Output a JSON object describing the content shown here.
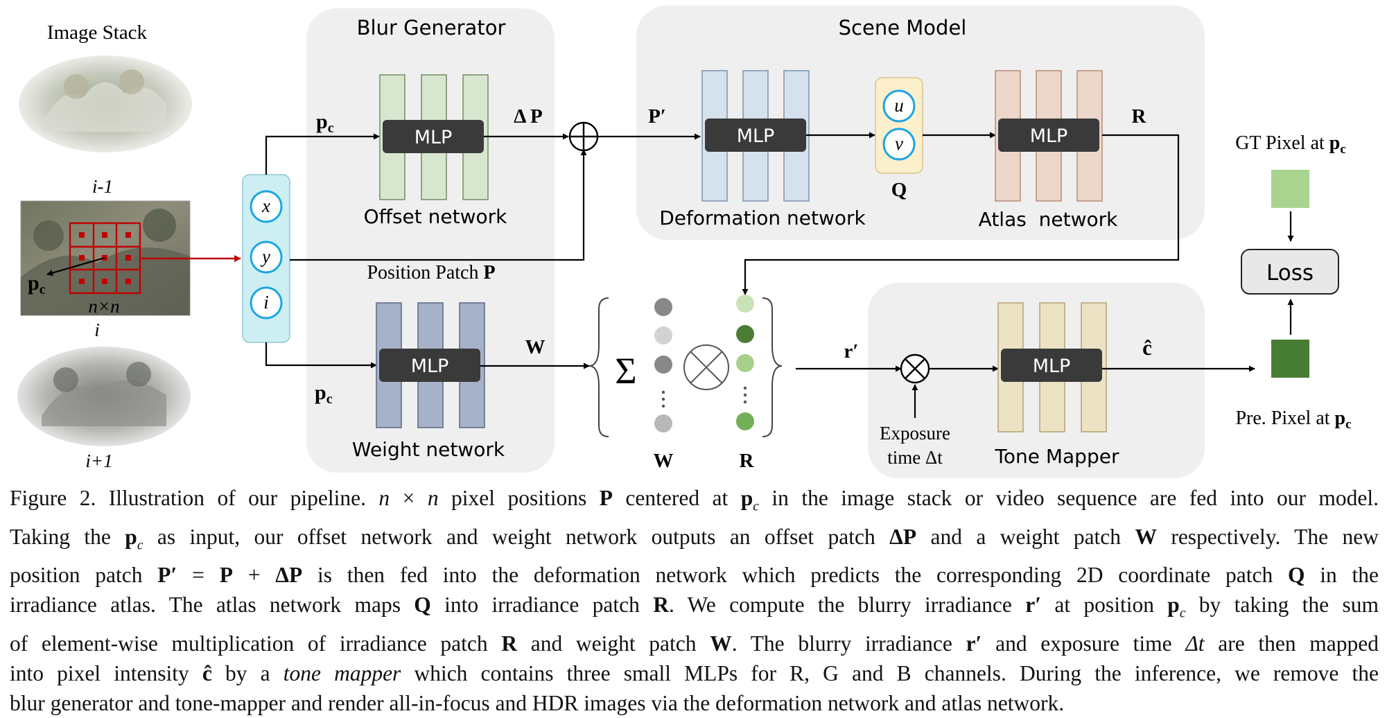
{
  "image_stack": {
    "title": "Image Stack",
    "label_prev": "i-1",
    "label_curr": "i",
    "label_next": "i+1",
    "grid_label": "n×n",
    "center_label": "p",
    "center_sub": "c"
  },
  "blur_generator": {
    "title": "Blur Generator",
    "offset_network": "Offset network",
    "weight_network": "Weight network",
    "mlp": "MLP",
    "delta_p": "Δ P",
    "w": "W",
    "position_patch_prefix": "Position Patch",
    "position_patch_symbol": "P",
    "pc_top": "p",
    "pc_bottom": "p",
    "pc_sub": "c"
  },
  "input_vector": {
    "x": "x",
    "y": "y",
    "i": "i"
  },
  "scene_model": {
    "title": "Scene Model",
    "deformation_network": "Deformation network",
    "atlas_network": "Atlas  network",
    "mlp": "MLP",
    "p_prime": "P′",
    "q": "Q",
    "u": "u",
    "v": "v",
    "r": "R"
  },
  "sum_block": {
    "sigma": "Σ",
    "w": "W",
    "r": "R",
    "w_dots": [
      "#888888",
      "#d2d2d2",
      "#888888",
      "#b8b8b8"
    ],
    "r_dots": [
      "#c9e3b8",
      "#4a7d33",
      "#a7d18a",
      "#72b055"
    ]
  },
  "tone_mapper": {
    "title": "Tone Mapper",
    "mlp": "MLP",
    "r_prime": "r′",
    "c_hat": "ĉ",
    "exposure_line1": "Exposure",
    "exposure_line2": "time Δt"
  },
  "loss": {
    "label": "Loss",
    "gt_prefix": "GT Pixel at",
    "pred_prefix": "Pre. Pixel at",
    "p": "p",
    "sub": "c",
    "gt_color": "#a8d48f",
    "pred_color": "#477d32"
  },
  "colors": {
    "offset_net": "#d8e6d0",
    "weight_net": "#a6b2c8",
    "deform_net": "#d5e1ec",
    "atlas_net": "#ecd6c9",
    "tone_net": "#ece2c4",
    "uv_box": "#fbefcc",
    "input_box": "#cdeff3",
    "panel": "#efefef",
    "arrow_red": "#c00000"
  },
  "caption": {
    "lines": [
      [
        [
          "Figure 2. Illustration of our pipeline. ",
          ""
        ],
        [
          "n",
          "i"
        ],
        [
          " × ",
          ""
        ],
        [
          "n",
          "i"
        ],
        [
          " pixel positions ",
          ""
        ],
        [
          "P",
          "b"
        ],
        [
          " centered at ",
          ""
        ],
        [
          "p",
          "b"
        ],
        [
          "c",
          "sub"
        ],
        [
          " in the image stack or video sequence are fed into our model.",
          ""
        ]
      ],
      [
        [
          "Taking the ",
          ""
        ],
        [
          "p",
          "b"
        ],
        [
          "c",
          "sub"
        ],
        [
          " as input, our offset network and weight network outputs an offset patch ",
          ""
        ],
        [
          "ΔP",
          "b"
        ],
        [
          " and a weight patch ",
          ""
        ],
        [
          "W",
          "b"
        ],
        [
          " respectively. The new",
          ""
        ]
      ],
      [
        [
          "position patch ",
          ""
        ],
        [
          "P′",
          "b"
        ],
        [
          " = ",
          ""
        ],
        [
          "P",
          "b"
        ],
        [
          " + ",
          ""
        ],
        [
          "ΔP",
          "b"
        ],
        [
          " is then fed into the deformation network which predicts the corresponding 2D coordinate patch ",
          ""
        ],
        [
          "Q",
          "b"
        ],
        [
          " in the",
          ""
        ]
      ],
      [
        [
          "irradiance atlas. The atlas network maps ",
          ""
        ],
        [
          "Q",
          "b"
        ],
        [
          " into irradiance patch ",
          ""
        ],
        [
          "R",
          "b"
        ],
        [
          ". We compute the blurry irradiance ",
          ""
        ],
        [
          "r′",
          "b"
        ],
        [
          " at position ",
          ""
        ],
        [
          "p",
          "b"
        ],
        [
          "c",
          "sub"
        ],
        [
          " by taking the sum",
          ""
        ]
      ],
      [
        [
          "of element-wise multiplication of irradiance patch ",
          ""
        ],
        [
          "R",
          "b"
        ],
        [
          " and weight patch ",
          ""
        ],
        [
          "W",
          "b"
        ],
        [
          ". The blurry irradiance ",
          ""
        ],
        [
          "r′",
          "b"
        ],
        [
          " and exposure time ",
          ""
        ],
        [
          "Δt",
          "i"
        ],
        [
          " are then mapped",
          ""
        ]
      ],
      [
        [
          "into pixel intensity ",
          ""
        ],
        [
          "ĉ",
          "b"
        ],
        [
          " by a ",
          ""
        ],
        [
          "tone mapper",
          "i"
        ],
        [
          " which contains three small MLPs for R, G and B channels. During the inference, we remove the",
          ""
        ]
      ],
      [
        [
          "blur generator and tone-mapper and render all-in-focus and HDR images via the deformation network and atlas network.",
          ""
        ]
      ]
    ]
  }
}
